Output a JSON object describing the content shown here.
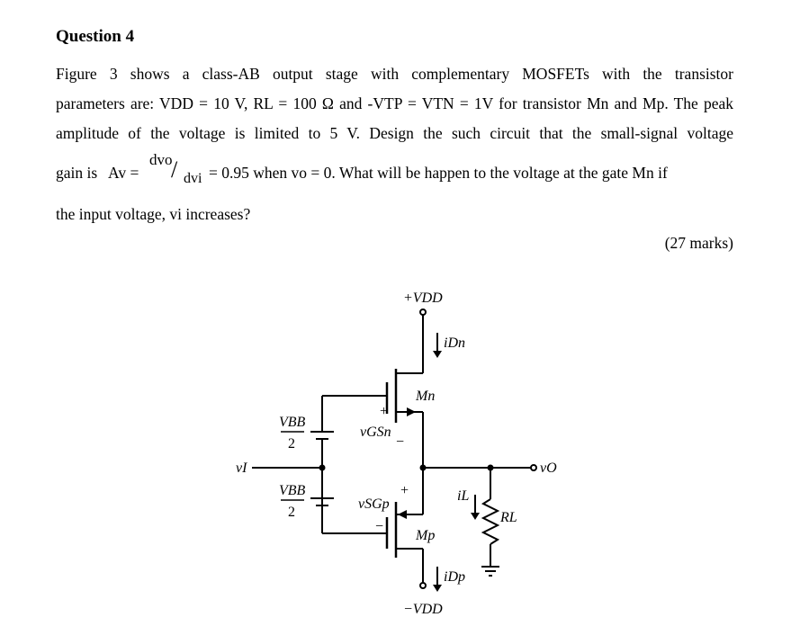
{
  "question": {
    "heading": "Question 4",
    "line1": "Figure 3 shows a class-AB output stage with complementary MOSFETs with the transistor",
    "line2": "parameters are: VDD = 10 V, RL = 100 Ω and -VTP = VTN = 1V for transistor Mn and Mp. The peak",
    "line3": "amplitude of the voltage is limited to 5 V. Design the such circuit that the small-signal voltage",
    "formula_prefix": "gain is",
    "formula_av": "Av =",
    "formula_num": "dvo",
    "formula_den": "dvi",
    "formula_rest": "= 0.95 when vo = 0.  What will be happen to the voltage at the gate Mn if",
    "line5": "the input voltage, vi increases?",
    "marks": "(27 marks)"
  },
  "circuit": {
    "vdd_top": "+VDD",
    "vdd_bottom": "−VDD",
    "idn": "iDn",
    "idp": "iDp",
    "mn": "Mn",
    "mp": "Mp",
    "vgsn": "vGSn",
    "vsgp": "vSGp",
    "vbb_top": "VBB",
    "vbb_bottom": "VBB",
    "two": "2",
    "vi": "vI",
    "vo": "vO",
    "il": "iL",
    "rl": "RL",
    "plus": "+",
    "minus": "−"
  }
}
